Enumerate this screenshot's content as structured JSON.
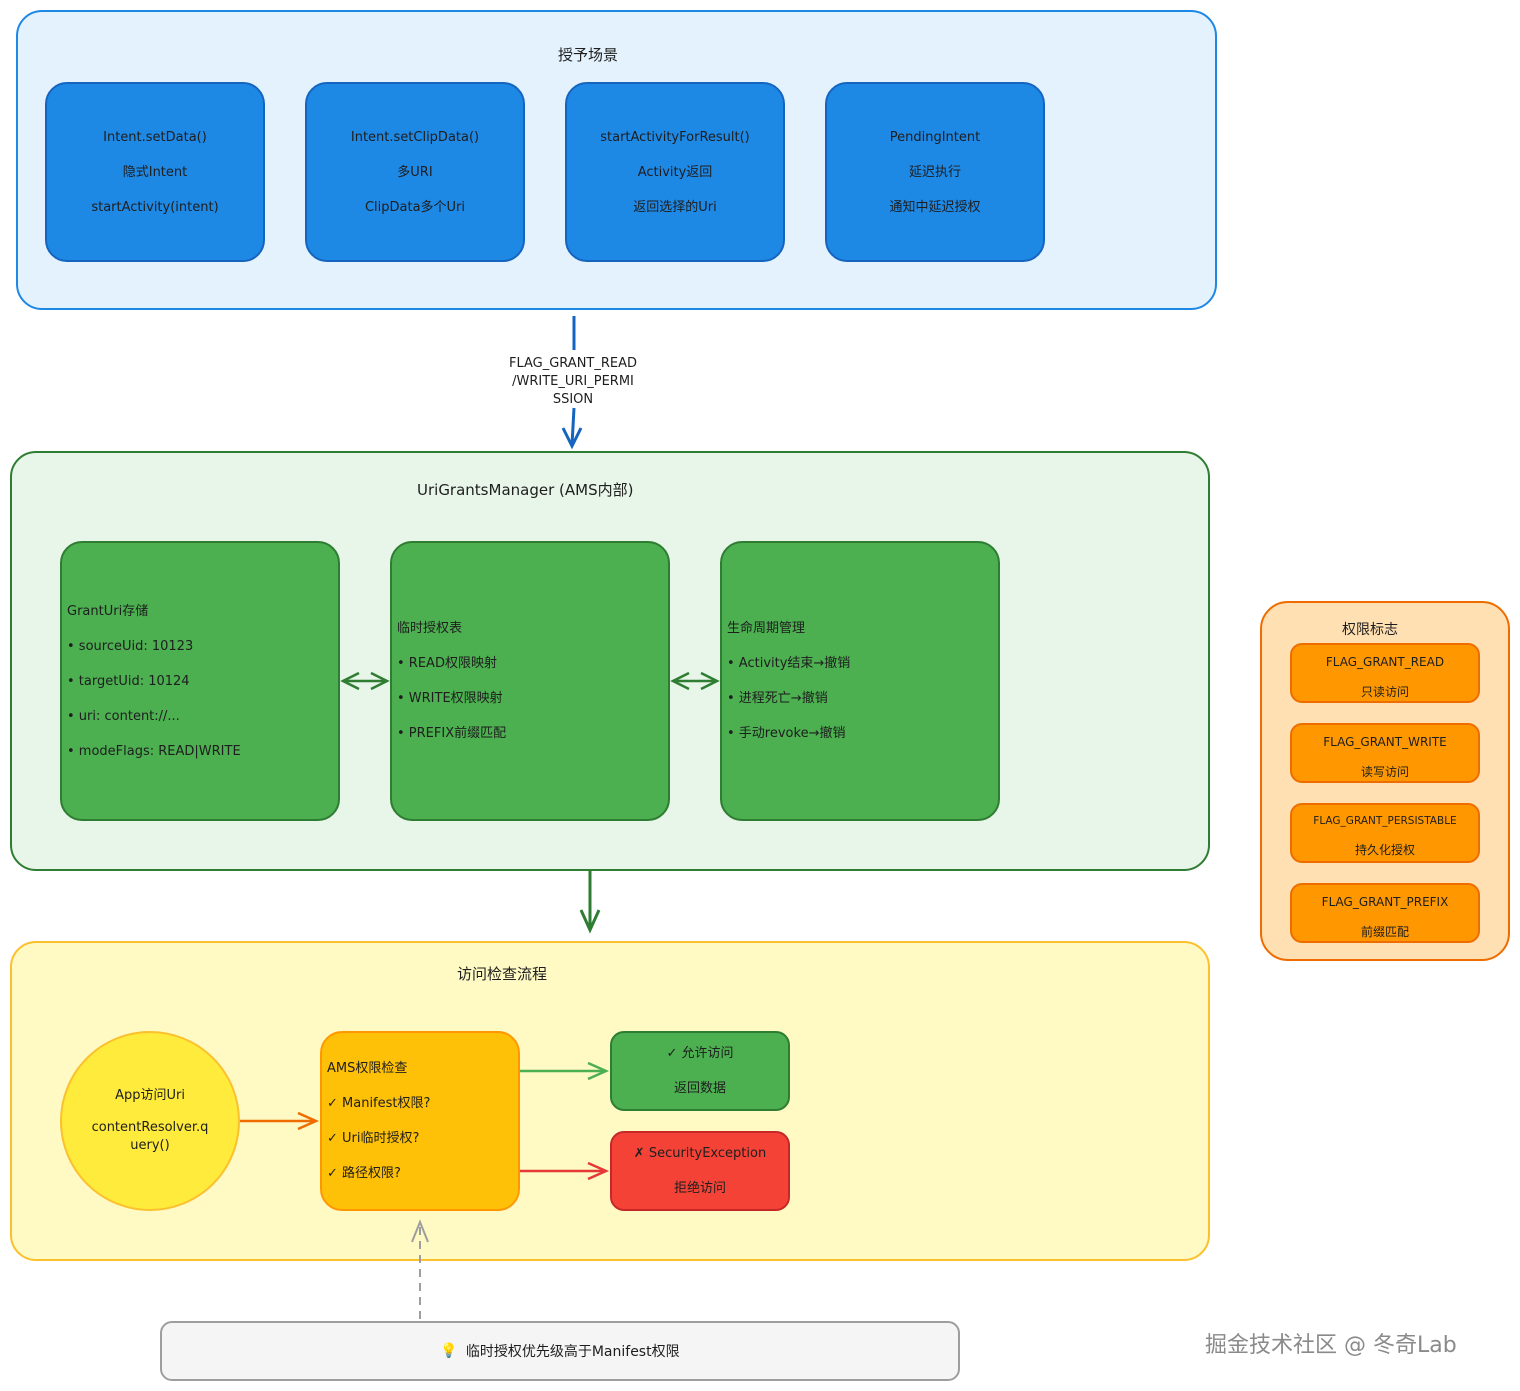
{
  "grant_scenarios": {
    "title": "授予场景",
    "boxes": [
      {
        "lines": [
          "Intent.setData()",
          "隐式Intent",
          "startActivity(intent)"
        ]
      },
      {
        "lines": [
          "Intent.setClipData()",
          "多URI",
          "ClipData多个Uri"
        ]
      },
      {
        "lines": [
          "startActivityForResult()",
          "Activity返回",
          "返回选择的Uri"
        ]
      },
      {
        "lines": [
          "PendingIntent",
          "延迟执行",
          "通知中延迟授权"
        ]
      }
    ]
  },
  "arrow_label": [
    "FLAG_GRANT_READ",
    "/WRITE_URI_PERMI",
    "SSION"
  ],
  "manager": {
    "title": "UriGrantsManager (AMS内部)",
    "boxes": [
      {
        "lines": [
          "GrantUri存储",
          "• sourceUid: 10123",
          "• targetUid: 10124",
          "• uri: content://...",
          "• modeFlags: READ|WRITE"
        ]
      },
      {
        "lines": [
          "临时授权表",
          "• READ权限映射",
          "• WRITE权限映射",
          "• PREFIX前缀匹配"
        ]
      },
      {
        "lines": [
          "生命周期管理",
          "• Activity结束→撤销",
          "• 进程死亡→撤销",
          "• 手动revoke→撤销"
        ]
      }
    ]
  },
  "access_check": {
    "title": "访问检查流程",
    "app_circle": {
      "lines": [
        "App访问Uri",
        "contentResolver.q",
        "uery()"
      ]
    },
    "ams_check": {
      "lines": [
        "AMS权限检查",
        "✓ Manifest权限?",
        "✓ Uri临时授权?",
        "✓ 路径权限?"
      ]
    },
    "allow": {
      "lines": [
        "✓ 允许访问",
        "返回数据"
      ]
    },
    "deny": {
      "lines": [
        "✗ SecurityException",
        "拒绝访问"
      ]
    }
  },
  "flags_panel": {
    "title": "权限标志",
    "items": [
      {
        "flag": "FLAG_GRANT_READ",
        "desc": "只读访问"
      },
      {
        "flag": "FLAG_GRANT_WRITE",
        "desc": "读写访问"
      },
      {
        "flag": "FLAG_GRANT_PERSISTABLE",
        "desc": "持久化授权"
      },
      {
        "flag": "FLAG_GRANT_PREFIX",
        "desc": "前缀匹配"
      }
    ]
  },
  "note": {
    "icon": "💡",
    "text": "临时授权优先级高于Manifest权限"
  },
  "watermark": "掘金技术社区 @ 冬奇Lab"
}
